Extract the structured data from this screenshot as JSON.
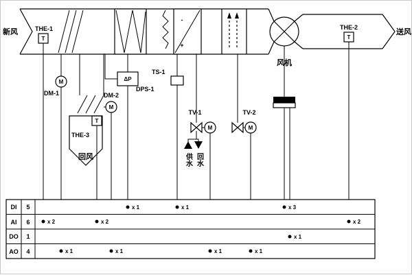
{
  "colors": {
    "line": "#000000",
    "background": "#ffffff"
  },
  "diagram": {
    "duct": {
      "fresh_air_label": "新风",
      "supply_air_label": "送风",
      "return_air_label": "回风",
      "fan_label": "风机"
    },
    "sensors": {
      "the1": "THE-1",
      "the2": "THE-2",
      "the3": "THE-3",
      "t_symbol": "T",
      "ts1": "TS-1",
      "dps1": "DPS-1",
      "delta_p_symbol": "ΔP"
    },
    "actuators": {
      "dm1": "DM-1",
      "dm2": "DM-2",
      "tv1": "TV-1",
      "tv2": "TV-2",
      "m_symbol": "M"
    },
    "water": {
      "supply_label": "供水",
      "return_label": "回水"
    },
    "coil_signs": {
      "minus": "-",
      "plus": "+"
    },
    "io_table": {
      "rows": [
        {
          "name": "DI",
          "count": "5",
          "points": [
            {
              "label": "x 1"
            },
            {
              "label": "x 1"
            },
            {
              "label": "x 3"
            }
          ]
        },
        {
          "name": "AI",
          "count": "6",
          "points": [
            {
              "label": "x 2"
            },
            {
              "label": "x 2"
            },
            {
              "label": "x 2"
            }
          ]
        },
        {
          "name": "DO",
          "count": "1",
          "points": [
            {
              "label": "x 1"
            }
          ]
        },
        {
          "name": "AO",
          "count": "4",
          "points": [
            {
              "label": "x 1"
            },
            {
              "label": "x 1"
            },
            {
              "label": "x 1"
            },
            {
              "label": "x 1"
            }
          ]
        }
      ]
    }
  }
}
